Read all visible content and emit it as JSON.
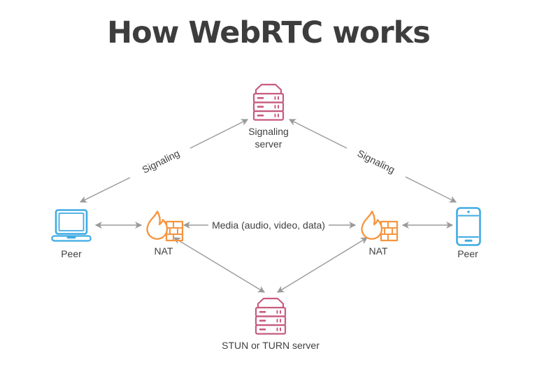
{
  "title": "How WebRTC works",
  "colors": {
    "server_pink": "#c75b7e",
    "nat_orange": "#f6953f",
    "peer_blue": "#3fabe3",
    "arrow_gray": "#9a9a9a",
    "text_dark": "#3f3f3f",
    "title_dark": "#3d3d3d",
    "background": "#ffffff"
  },
  "nodes": {
    "signaling_server": {
      "label": "Signaling server",
      "icon": "server-icon"
    },
    "stun_turn_server": {
      "label": "STUN or TURN server",
      "icon": "server-icon"
    },
    "peer_left": {
      "label": "Peer",
      "icon": "laptop-icon"
    },
    "nat_left": {
      "label": "NAT",
      "icon": "firewall-flame-icon"
    },
    "nat_right": {
      "label": "NAT",
      "icon": "firewall-flame-icon"
    },
    "peer_right": {
      "label": "Peer",
      "icon": "smartphone-icon"
    }
  },
  "edges": {
    "signaling_left": {
      "label": "Signaling",
      "from": "peer_left",
      "to": "signaling_server",
      "bidirectional": true
    },
    "signaling_right": {
      "label": "Signaling",
      "from": "signaling_server",
      "to": "peer_right",
      "bidirectional": true
    },
    "peer_left_nat": {
      "label": "",
      "from": "peer_left",
      "to": "nat_left",
      "bidirectional": true
    },
    "media": {
      "label": "Media (audio, video, data)",
      "from": "nat_left",
      "to": "nat_right",
      "bidirectional": true
    },
    "peer_right_nat": {
      "label": "",
      "from": "nat_right",
      "to": "peer_right",
      "bidirectional": true
    },
    "nat_left_stun": {
      "label": "",
      "from": "nat_left",
      "to": "stun_turn_server",
      "bidirectional": true
    },
    "nat_right_stun": {
      "label": "",
      "from": "nat_right",
      "to": "stun_turn_server",
      "bidirectional": true
    }
  }
}
